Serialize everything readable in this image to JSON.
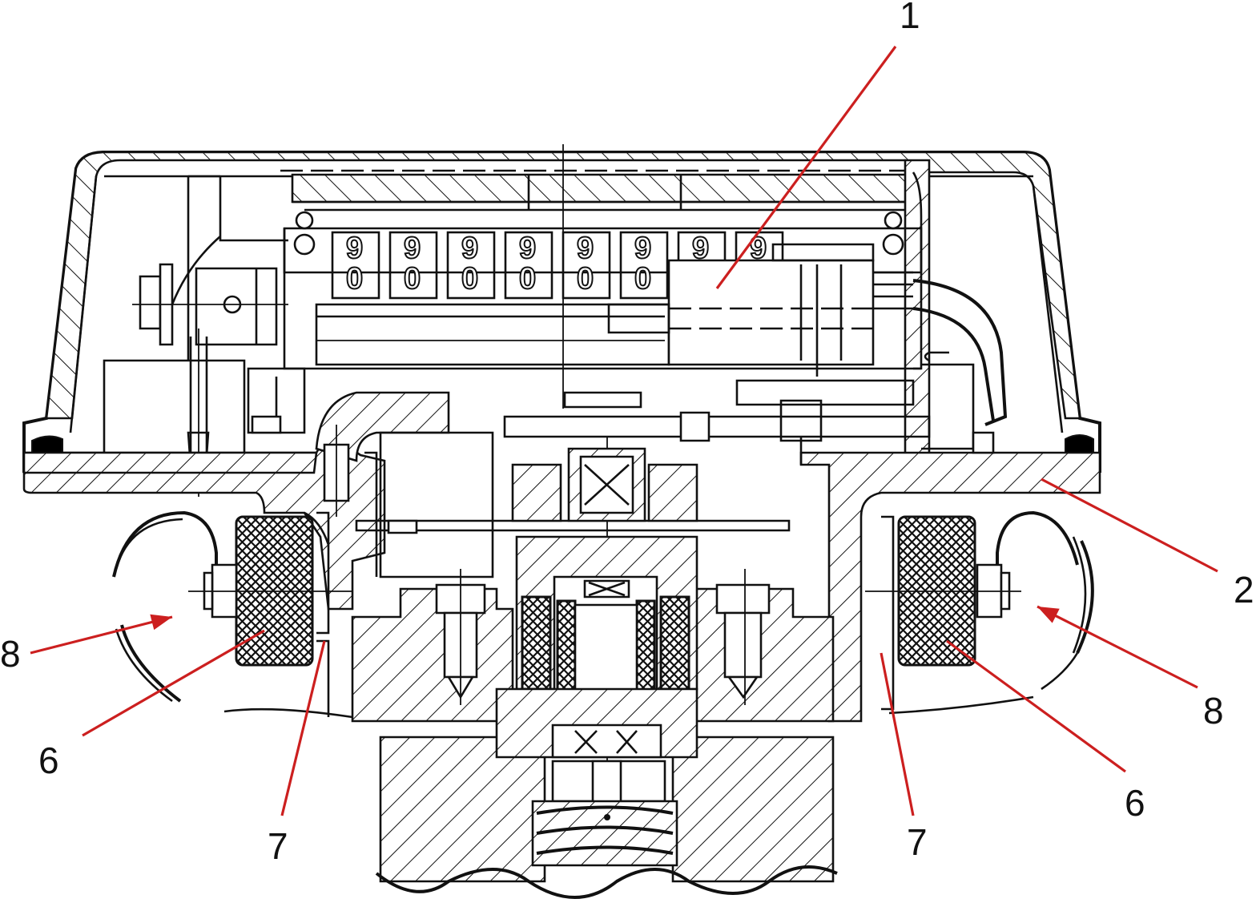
{
  "diagram": {
    "callout_color": "#cc1f1f",
    "line_color": "#111111",
    "labels": [
      {
        "id": "label-1",
        "text": "1"
      },
      {
        "id": "label-2",
        "text": "2"
      },
      {
        "id": "label-8-left",
        "text": "8"
      },
      {
        "id": "label-6-left",
        "text": "6"
      },
      {
        "id": "label-7-left",
        "text": "7"
      },
      {
        "id": "label-7-right",
        "text": "7"
      },
      {
        "id": "label-6-right",
        "text": "6"
      },
      {
        "id": "label-8-right",
        "text": "8"
      }
    ],
    "counter": {
      "top_digits": [
        "9",
        "9",
        "9",
        "9",
        "9",
        "9",
        "9",
        "9"
      ],
      "bottom_digits": [
        "0",
        "0",
        "0",
        "0",
        "0",
        "0"
      ]
    }
  }
}
